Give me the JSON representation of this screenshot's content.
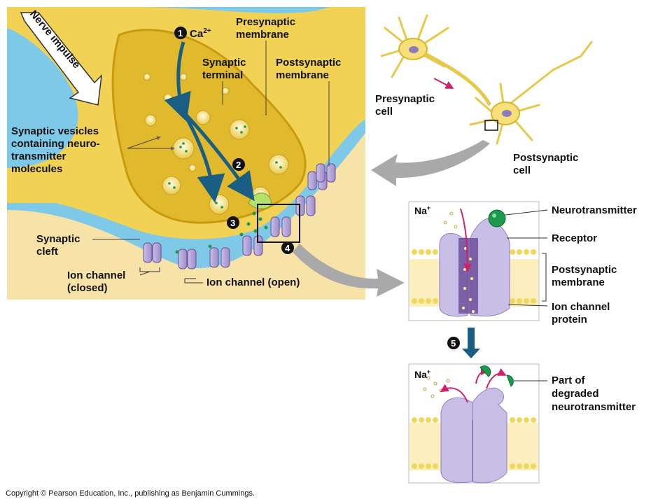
{
  "main_panel": {
    "nerve_impulse": "Nerve impulse",
    "ca": "Ca",
    "ca_charge": "2+",
    "presynaptic_membrane": [
      "Presynaptic",
      "membrane"
    ],
    "synaptic_terminal": [
      "Synaptic",
      "terminal"
    ],
    "postsynaptic_membrane": [
      "Postsynaptic",
      "membrane"
    ],
    "synaptic_vesicles": [
      "Synaptic vesicles",
      "containing neuro-",
      "transmitter",
      "molecules"
    ],
    "synaptic_cleft": [
      "Synaptic",
      "cleft"
    ],
    "ion_channel_closed": [
      "Ion channel",
      "(closed)"
    ],
    "ion_channel_open": "Ion channel (open)"
  },
  "neuron_panel": {
    "presynaptic_cell": [
      "Presynaptic",
      "cell"
    ],
    "postsynaptic_cell": [
      "Postsynaptic",
      "cell"
    ]
  },
  "detail_top": {
    "na": "Na",
    "na_charge": "+",
    "neurotransmitter": "Neurotransmitter",
    "receptor": "Receptor",
    "postsynaptic_membrane": [
      "Postsynaptic",
      "membrane"
    ],
    "ion_channel_protein": [
      "Ion channel",
      "protein"
    ]
  },
  "detail_bottom": {
    "na": "Na",
    "na_charge": "+",
    "degraded": [
      "Part of",
      "degraded",
      "neurotransmitter"
    ]
  },
  "steps": [
    "1",
    "2",
    "3",
    "4",
    "5"
  ],
  "copyright": "Copyright © Pearson Education, Inc., publishing as Benjamin Cummings.",
  "colors": {
    "sky": "#7ec8e8",
    "cytoplasm": "#f7e07a",
    "terminal": "#e8c640",
    "channel": "#b5a6d6",
    "channel_dark": "#6d4f9c",
    "neurotransmitter": "#1a9a4a",
    "arrow": "#1b5e84",
    "ion_arrow": "#d0206a"
  }
}
